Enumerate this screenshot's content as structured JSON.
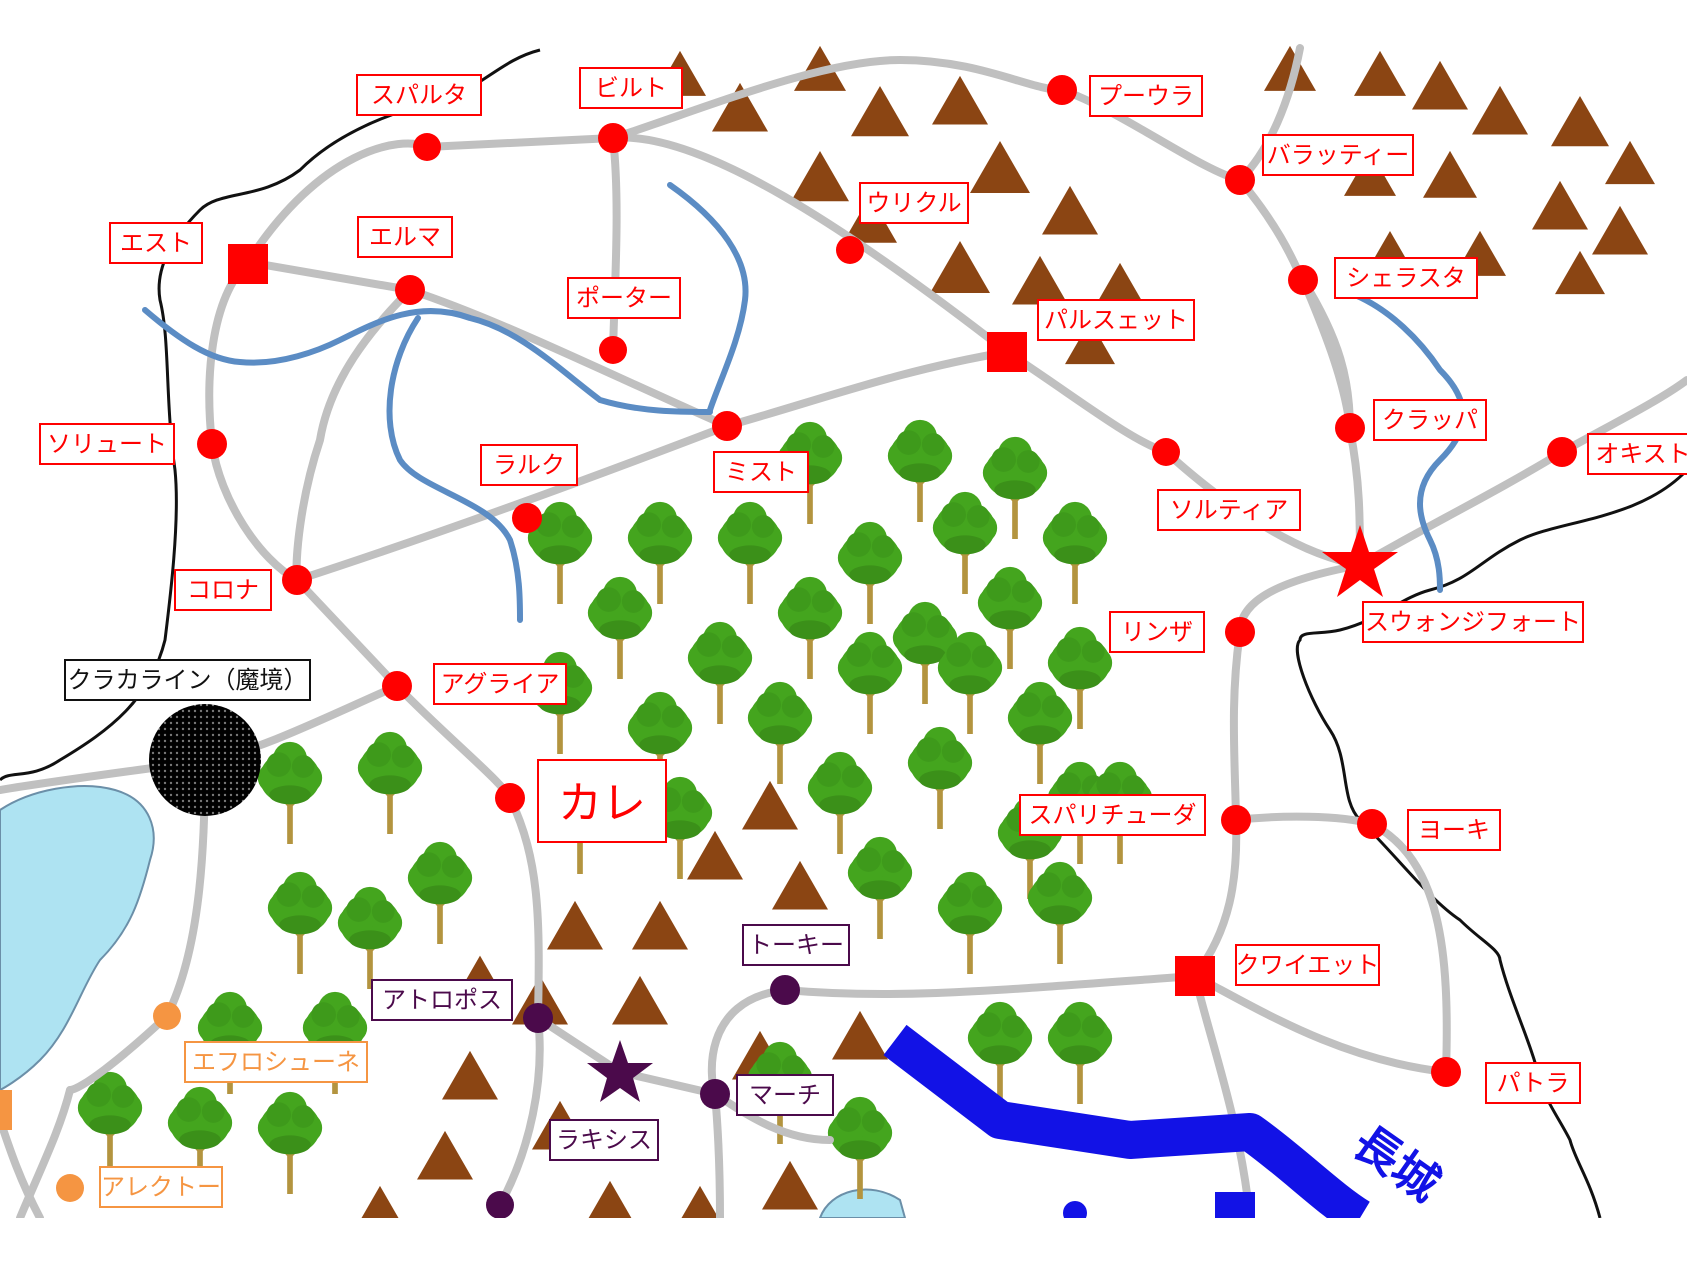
{
  "map": {
    "colors": {
      "road": "#c0c0c0",
      "river": "#5b8cc4",
      "border": "#111111",
      "wall": "#1212e6",
      "lake": "#aee3f2",
      "town": "#ff0000",
      "purple": "#4b0a4b",
      "orange": "#f59542",
      "mountain": "#8b4513",
      "tree": "#44a51e",
      "trunk": "#b3943f"
    },
    "places": {
      "sparta": "スパルタ",
      "biruto": "ビルト",
      "puura": "プーウラ",
      "barattyi": "バラッティー",
      "urikuru": "ウリクル",
      "esuto": "エスト",
      "eruma": "エルマ",
      "porta": "ポーター",
      "parusuetto": "パルスェット",
      "sherasuta": "シェラスタ",
      "soryuto": "ソリュート",
      "raruku": "ラルク",
      "misuto": "ミスト",
      "kurappa": "クラッパ",
      "okisuto": "オキスト",
      "sorutia": "ソルティア",
      "korona": "コロナ",
      "rinza": "リンザ",
      "swonjifort": "スウォンジフォート",
      "kurakarain": "クラカライン（魔境）",
      "aguraia": "アグライア",
      "kare": "カレ",
      "suparichuda": "スパリチューダ",
      "yoki": "ヨーキ",
      "toki": "トーキー",
      "kuwaietto": "クワイエット",
      "atoroposu": "アトロポス",
      "efuroshune": "エフロシューネ",
      "machi": "マーチ",
      "patora": "パトラ",
      "rakishisu": "ラキシス",
      "arekuto": "アレクトー"
    },
    "wall_label": "長城"
  }
}
